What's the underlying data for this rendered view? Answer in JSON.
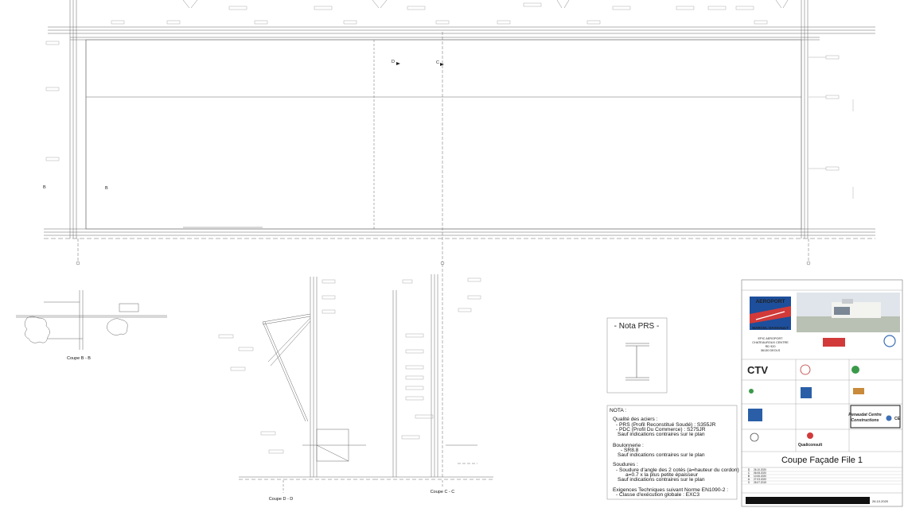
{
  "views": {
    "section_b": "Coupe B - B",
    "section_d": "Coupe D - D",
    "section_c": "Coupe C - C",
    "marker_b": "B",
    "marker_c": "C",
    "marker_d": "D"
  },
  "nota_prs": {
    "title": "- Nota PRS -"
  },
  "notes": {
    "heading": "NOTA :",
    "lines": [
      "Qualité des aciers :",
      "- PRS (Profil Reconstitué Soudé) : S355JR",
      "- PDC (Profil Du Commerce) : S275JR",
      "Sauf indications contraires sur le plan",
      "",
      "Boulonnerie :",
      "- SR8.8",
      "Sauf indications contraires sur le plan",
      "",
      "Soudures :",
      "- Soudure d'angle des 2 cotés (a=hauteur du cordon)",
      "a=0.7 x la plus petite épaisseur",
      "Sauf indications contraires sur le plan",
      "",
      "Exigences Techniques suivant Norme EN1090-2 :",
      "- Classe d'exécution globale : EXC3"
    ]
  },
  "title_block": {
    "airport_logo_line1": "AEROPORT",
    "airport_logo_line2": "MARCEL DASSAULT",
    "client_lines": [
      "EPIC AEROPORT",
      "CHATEAUROUX CENTRE",
      "RD 920",
      "36130 DEOLS"
    ],
    "ctv_logo": "CTV",
    "contractor_logo_line1": "Renaudat Centre",
    "contractor_logo_line2": "Constructions",
    "qualiconsult_logo": "Qualiconsult",
    "drawing_title": "Coupe Façade File 1",
    "revision_letters": [
      "D",
      "C",
      "B",
      "A",
      "0"
    ],
    "revision_dates": [
      "26.10.2020",
      "06.08.2020",
      "10.06.2020",
      "27.03.2020",
      "26.07.2019"
    ],
    "footer_date": "26.10.2020"
  },
  "colors": {
    "line": "#555555",
    "airport_blue": "#1d4f9c",
    "airport_red": "#d23a3a",
    "ink": "#111111"
  }
}
